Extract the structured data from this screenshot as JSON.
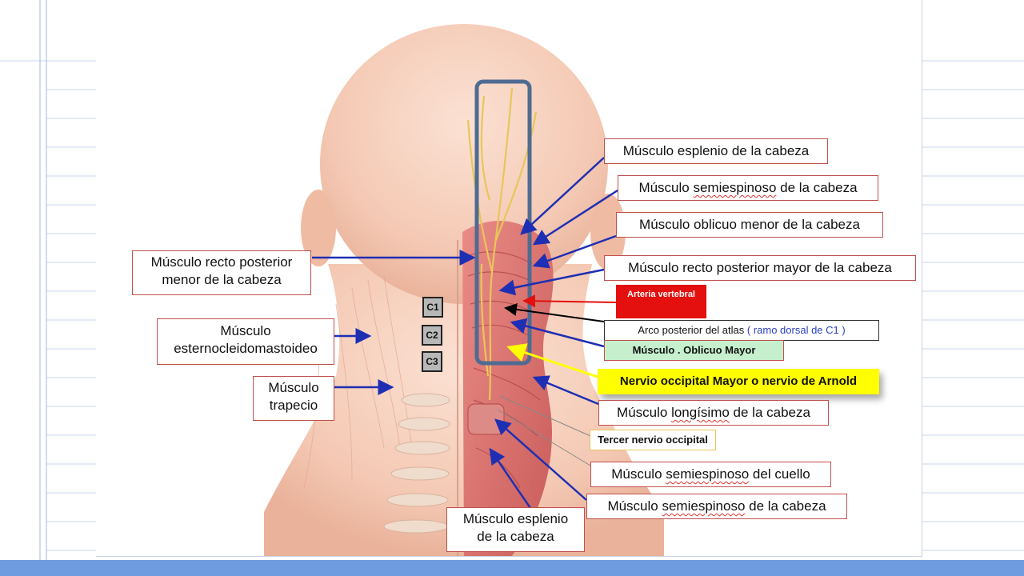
{
  "vertebra_labels": [
    "C1",
    "C2",
    "C3"
  ],
  "labels": {
    "esplenio_top": {
      "prefix": "Músculo ",
      "word": "esplenio",
      "suffix": " de la cabeza"
    },
    "semiespinoso_top": {
      "prefix": "Músculo ",
      "word": "semiespinoso",
      "suffix": " de la cabeza"
    },
    "oblicuo_menor": "Músculo oblicuo menor de la cabeza",
    "recto_mayor": "Músculo recto posterior mayor de la cabeza",
    "arteria_vertebral": "Arteria vertebral",
    "arco_atlas": {
      "main": "Arco posterior  del atlas ",
      "note": "( ramo  dorsal de  C1 )"
    },
    "oblicuo_mayor": "Músculo . Oblicuo Mayor",
    "nervio_arnold": "Nervio occipital Mayor o  nervio de  Arnold",
    "longisimo": {
      "prefix": "Músculo ",
      "word": "longísimo",
      "suffix": " de la cabeza"
    },
    "tercer_nervio": "Tercer nervio occipital",
    "semiespinoso_cuello": {
      "prefix": "Músculo ",
      "word": "semiespinoso",
      "suffix": " del cuello"
    },
    "semiespinoso_bottom": {
      "prefix": "Músculo ",
      "word": "semiespinoso",
      "suffix": " de la cabeza"
    },
    "esplenio_bottom": {
      "line1": "Músculo esplenio",
      "line2": "de la cabeza"
    },
    "recto_menor": {
      "line1": "Músculo recto posterior",
      "line2": "menor de la cabeza"
    },
    "esterno": {
      "line1": "Músculo",
      "line2": "esternocleidomastoideo"
    },
    "trapecio": {
      "line1": "Músculo",
      "line2": "trapecio"
    }
  },
  "colors": {
    "label_border": "#c0504d",
    "arrow_blue": "#1f2fb3",
    "arrow_black": "#000000",
    "arrow_yellow": "#ffff00",
    "artery_red": "#e3100f",
    "oblicuo_green": "#c6efce",
    "nerve_yellow": "#ffff00",
    "highlight_box": "#4f6b91",
    "bottom_bar": "#6f9be0"
  }
}
